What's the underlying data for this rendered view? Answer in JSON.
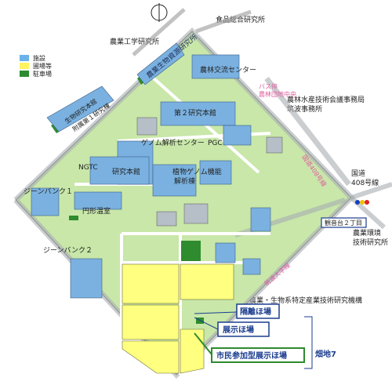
{
  "north_symbol": "north-arrow",
  "legend": {
    "items": [
      {
        "label": "施設",
        "color": "#5aa9e6"
      },
      {
        "label": "圃場等",
        "color": "#fff86a"
      },
      {
        "label": "駐車場",
        "color": "#2f8b2f"
      }
    ]
  },
  "map": {
    "colors": {
      "site": "#c5e6a6",
      "building": "#7fb6e6",
      "gray_building": "#b9c2cc",
      "field": "#ffff80",
      "parking": "#2d8f2d",
      "road": "#ffffff",
      "outside": "#ffffff"
    },
    "outside_labels": {
      "food_institute": "食品総合研究所",
      "agri_eng_institute": "農業工学研究所",
      "agri_forest_tech_office": "農林水産技術会議事務局\n筑波事務所",
      "route408": "国道\n408号線",
      "kannondai": "観音台２丁目",
      "environment_institute": "農業環境\n技術研究所",
      "bio_oriented_institute": "農業・生物系特定産業技術研究機構"
    },
    "inside_labels": {
      "agri_bio_resources": "農業生物資源研究所",
      "exchange_center": "農林交流センター",
      "bus_stop": "バス停\n農林団地中央",
      "second_main_building": "第２研究本館",
      "genome_center": "ゲノム解析センター",
      "ngtc": "NGTC",
      "pgc": "PGC",
      "main_building": "研究本館",
      "plant_genome": "植物ゲノム機能",
      "analysis_building": "解析棟",
      "gene_bank1": "ジーンバンク１",
      "round_greenhouse": "円形温室",
      "gene_bank2": "ジーンバンク２",
      "bio_research_hall": "生物研究本館\n附属第１研究棟",
      "route_east": "国道408号線",
      "route_south": "筑波大学線"
    },
    "callouts": {
      "isolated": "隔離ほ場",
      "display": "展示ほ場",
      "citizen": "市民参加型展示ほ場",
      "field_group": "畑地7"
    }
  }
}
